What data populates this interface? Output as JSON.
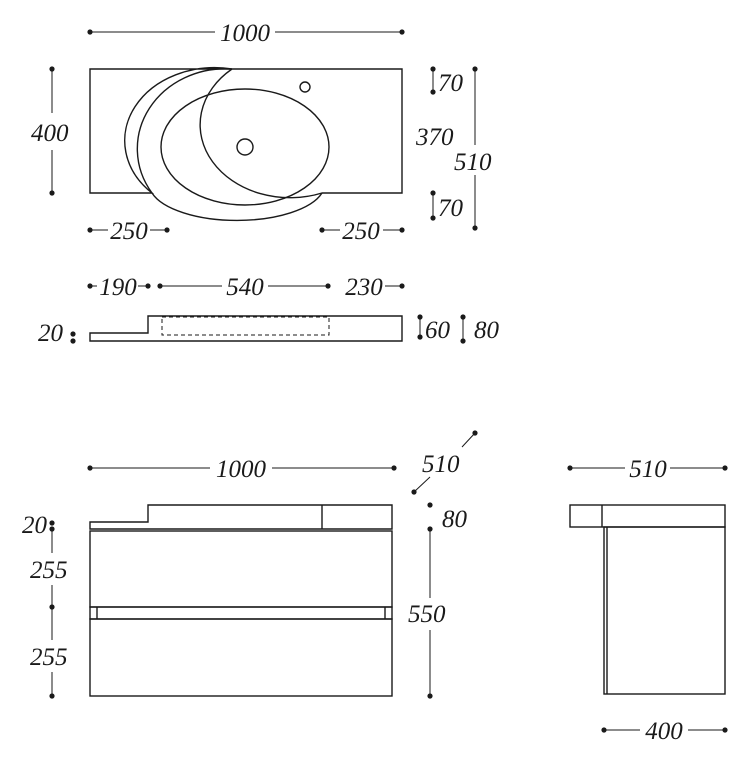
{
  "top_view": {
    "width": "1000",
    "height": "400",
    "right_top": "70",
    "right_mid": "370",
    "right_total": "510",
    "right_bottom": "70",
    "left_offset": "250",
    "right_offset": "250"
  },
  "section_view": {
    "left_seg": "190",
    "mid_seg": "540",
    "right_seg": "230",
    "step": "20",
    "basin_depth": "60",
    "total_height": "80"
  },
  "front_view": {
    "width": "1000",
    "depth": "510",
    "top_thickness": "80",
    "left_step": "20",
    "drawer_top": "255",
    "drawer_bottom": "255",
    "cabinet_height": "550"
  },
  "side_view": {
    "top_depth": "510",
    "body_depth": "400"
  }
}
